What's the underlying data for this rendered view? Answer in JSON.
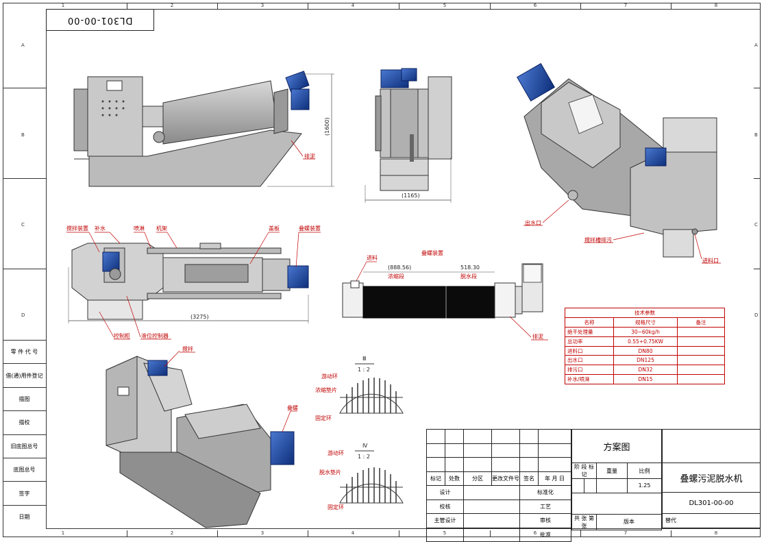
{
  "drawing_number": "DL301-00-00",
  "zone_columns": [
    "1",
    "2",
    "3",
    "4",
    "5",
    "6",
    "7",
    "8"
  ],
  "zone_rows": [
    "A",
    "B",
    "C",
    "D"
  ],
  "side_table": [
    "零 件 代 号",
    "借(通)用件登记",
    "描图",
    "描校",
    "旧底图总号",
    "底图总号",
    "签字",
    "日期"
  ],
  "labels": {
    "paiwu": "排泥",
    "dim_1600": "(1600)",
    "dim_1165": "(1165)",
    "dim_3275": "(3275)",
    "jiaoban_zhuangzhi": "搅拌装置",
    "bushui": "补水",
    "penlin": "喷淋",
    "jijia": "机架",
    "gaiban": "盖板",
    "dieluo_zhuangzhi": "叠螺装置",
    "kongzhigui": "控制柜",
    "yewei_kongzhiqi": "液位控制器",
    "chushuikou": "出水口",
    "jiaobancao_paiwu": "搅拌槽排污",
    "jinliaokou": "进料口",
    "jinliao": "进料",
    "dim_888": "(888.56)",
    "dim_518": "518.30",
    "nongsuo_duan": "浓缩段",
    "tuoshui_duan": "脱水段",
    "dieluo_zhuangzhi_2": "叠螺装置",
    "paiwu_2": "排泥",
    "jiaoban": "搅拌",
    "dieluo": "叠螺"
  },
  "details": [
    {
      "roman": "Ⅲ",
      "scale": "1 : 2",
      "labels": [
        "游动环",
        "浓缩垫片",
        "固定环"
      ]
    },
    {
      "roman": "Ⅳ",
      "scale": "1 : 2",
      "labels": [
        "游动环",
        "脱水垫片",
        "固定环"
      ]
    }
  ],
  "params_table": {
    "title": "技术参数",
    "headers": [
      "名称",
      "规格尺寸",
      "备注"
    ],
    "rows": [
      [
        "绝干处理量",
        "30~60kg/h",
        ""
      ],
      [
        "总功率",
        "0.55+0.75KW",
        ""
      ],
      [
        "进料口",
        "DN80",
        ""
      ],
      [
        "出水口",
        "DN125",
        ""
      ],
      [
        "排污口",
        "DN32",
        ""
      ],
      [
        "补水/喷淋",
        "DN15",
        ""
      ]
    ]
  },
  "title_block": {
    "scheme": "方案图",
    "product_name": "叠螺污泥脱水机",
    "drawing_number": "DL301-00-00",
    "rev_headers": [
      "标记",
      "处数",
      "分区",
      "更改文件号",
      "签名",
      "年 月 日"
    ],
    "sign_rows": [
      [
        "设计",
        "",
        "标准化"
      ],
      [
        "校核",
        "",
        "工艺"
      ],
      [
        "主管设计",
        "",
        "审核"
      ],
      [
        "",
        "",
        "批准"
      ]
    ],
    "stage_label": "阶 段 标 记",
    "weight_label": "重量",
    "scale_label": "比例",
    "scale_value": "1.25",
    "sheets": "共  张  第  张",
    "version": "版本",
    "replace": "替代"
  }
}
